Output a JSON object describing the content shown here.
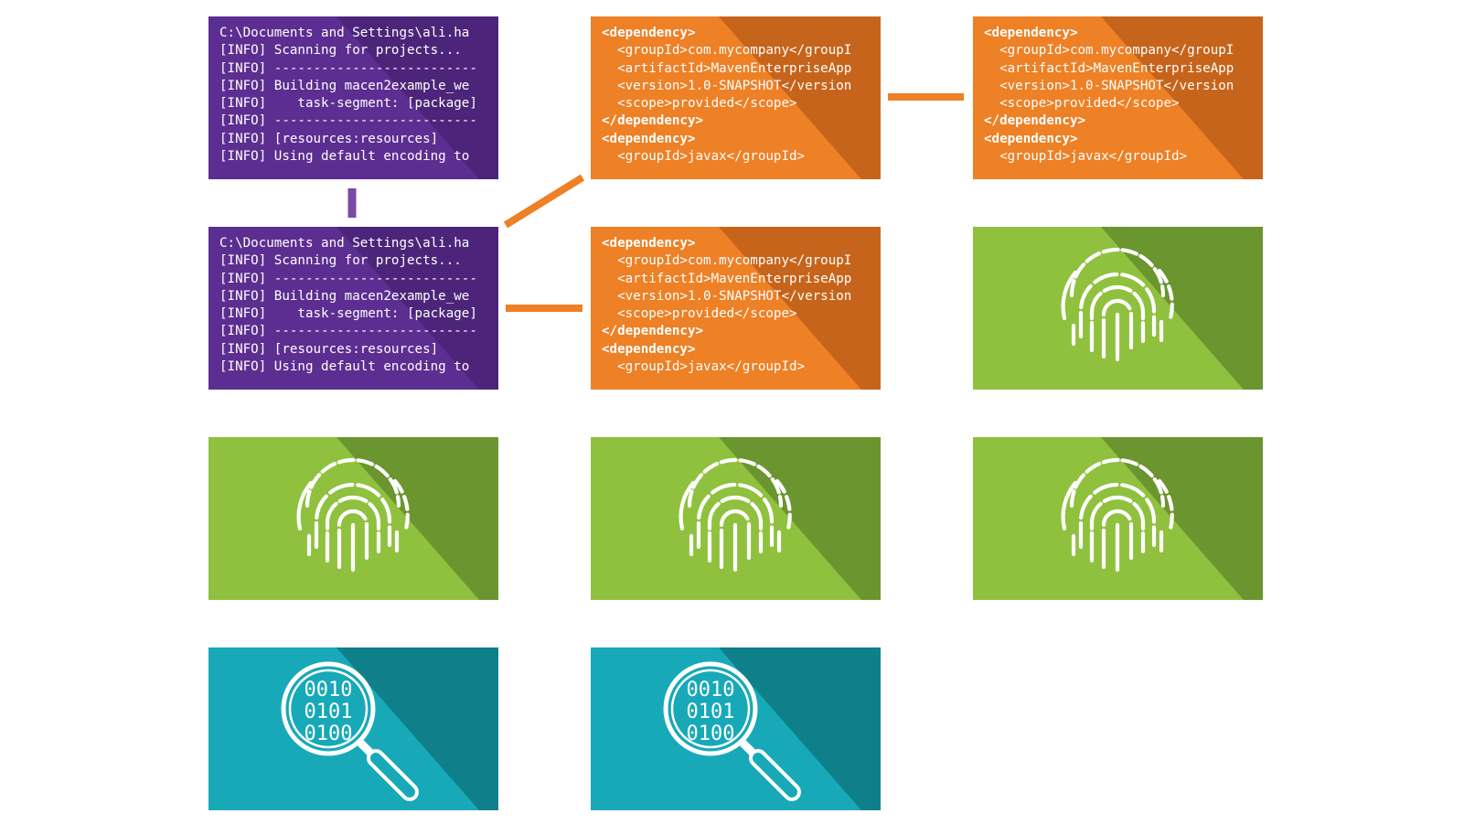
{
  "colors": {
    "purple": "#5c2e91",
    "purple_dark": "#3f1f68",
    "orange": "#ee8026",
    "orange_dark": "#b95b18",
    "green": "#8fc13e",
    "green_dark": "#6b952f",
    "teal": "#17a9b8",
    "teal_dark": "#0f7f8a",
    "connector_purple": "#7a4aa5",
    "connector_orange": "#ee8026"
  },
  "terminal_lines": [
    "C:\\Documents and Settings\\ali.ha",
    "[INFO] Scanning for projects...",
    "[INFO] --------------------------",
    "[INFO] Building macen2example_we",
    "[INFO]    task-segment: [package]",
    "[INFO] --------------------------",
    "[INFO] [resources:resources]",
    "[INFO] Using default encoding to"
  ],
  "xml_lines": [
    "<dependency>",
    "  <groupId>com.mycompany</groupI",
    "  <artifactId>MavenEnterpriseApp",
    "  <version>1.0-SNAPSHOT</version",
    "  <scope>provided</scope>",
    "</dependency>",
    "<dependency>",
    "  <groupId>javax</groupId>"
  ],
  "binary_rows": [
    "0010",
    "0101",
    "0100"
  ],
  "icons": {
    "fingerprint": "fingerprint-icon",
    "search": "magnifier-binary-icon"
  }
}
